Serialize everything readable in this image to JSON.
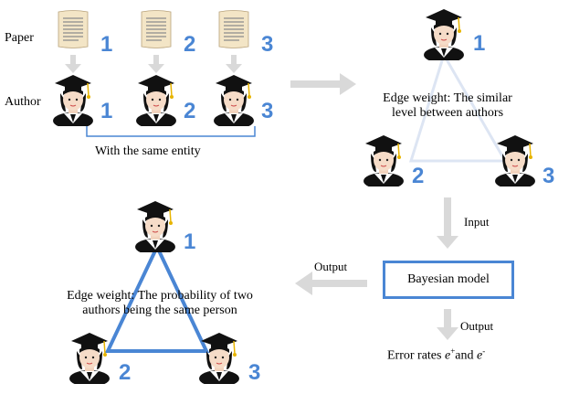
{
  "left_labels": {
    "paper": "Paper",
    "author": "Author"
  },
  "papers": [
    {
      "index": "1"
    },
    {
      "index": "2"
    },
    {
      "index": "3"
    }
  ],
  "authors": [
    {
      "index": "1"
    },
    {
      "index": "2"
    },
    {
      "index": "3"
    }
  ],
  "same_entity_label": "With the same entity",
  "top_graph": {
    "edge_label_line1": "Edge weight: The similar",
    "edge_label_line2": "level between authors",
    "nodes": [
      "1",
      "2",
      "3"
    ]
  },
  "input_label": "Input",
  "model": {
    "label": "Bayesian model"
  },
  "output_left_label": "Output",
  "output_down_label": "Output",
  "error_rates": {
    "prefix": "Error rates ",
    "e_plus": "e",
    "plus_sup": "+",
    "and": "and ",
    "e_minus": "e",
    "minus_sup": "-"
  },
  "bottom_graph": {
    "edge_label_line1": "Edge weight: The probability of two",
    "edge_label_line2": "authors being the same person",
    "nodes": [
      "1",
      "2",
      "3"
    ]
  },
  "colors": {
    "accent": "#4a86d4",
    "light_edge": "#dde5f3",
    "arrow": "#d9d9d9",
    "paper": "#f3e5c6"
  }
}
